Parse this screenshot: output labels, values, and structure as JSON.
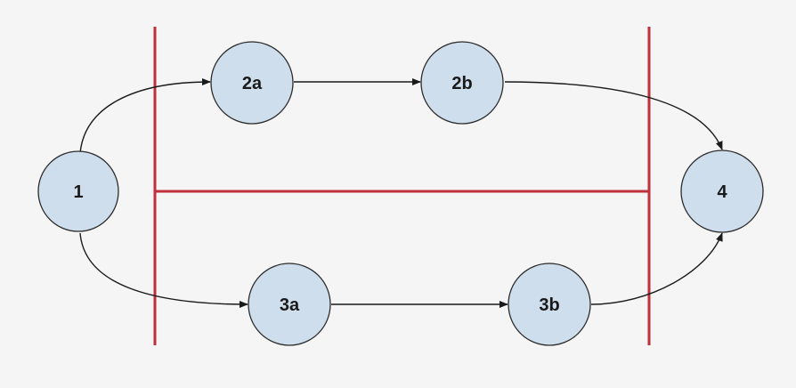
{
  "nodes": [
    {
      "id": "n1",
      "label": "1"
    },
    {
      "id": "n2a",
      "label": "2a"
    },
    {
      "id": "n2b",
      "label": "2b"
    },
    {
      "id": "n3a",
      "label": "3a"
    },
    {
      "id": "n3b",
      "label": "3b"
    },
    {
      "id": "n4",
      "label": "4"
    }
  ],
  "edges": [
    {
      "from": "1",
      "to": "2a"
    },
    {
      "from": "2a",
      "to": "2b"
    },
    {
      "from": "2b",
      "to": "4"
    },
    {
      "from": "1",
      "to": "3a"
    },
    {
      "from": "3a",
      "to": "3b"
    },
    {
      "from": "3b",
      "to": "4"
    }
  ],
  "colors": {
    "node_fill": "#cfdeec",
    "node_stroke": "#2b2b2b",
    "edge": "#1a1a1a",
    "divider": "#c0303a",
    "background": "#f5f5f5"
  }
}
